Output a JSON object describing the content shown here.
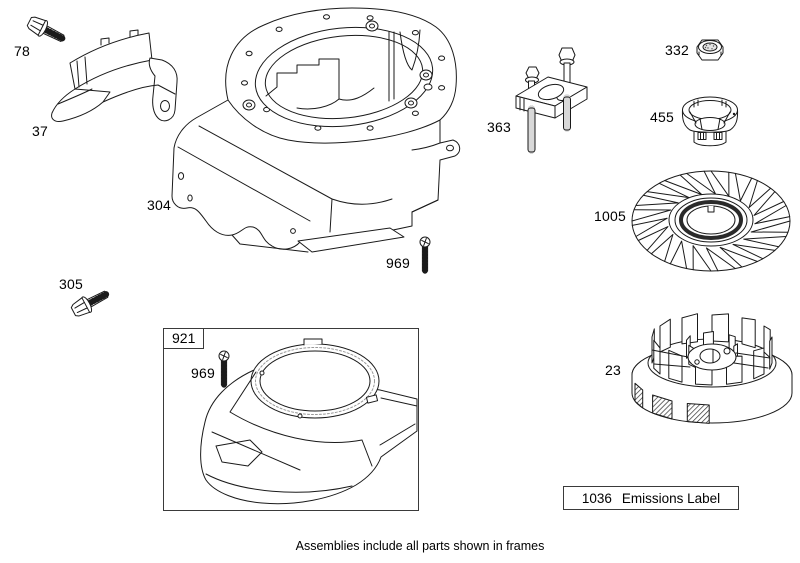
{
  "canvas": {
    "background": "#ffffff",
    "line_color": "#1a1a1a"
  },
  "caption": "Assemblies include all parts shown in frames",
  "parts": {
    "screw_78": {
      "number": "78"
    },
    "shield_37": {
      "number": "37"
    },
    "blower_housing_304": {
      "number": "304"
    },
    "screw_305": {
      "number": "305"
    },
    "screw_969_housing": {
      "number": "969"
    },
    "puller_363": {
      "number": "363"
    },
    "nut_332": {
      "number": "332"
    },
    "starter_cup_455": {
      "number": "455"
    },
    "flywheel_fan_1005": {
      "number": "1005"
    },
    "flywheel_23": {
      "number": "23"
    },
    "blower_housing_assembly_921": {
      "number": "921"
    },
    "screw_969_assembly": {
      "number": "969"
    },
    "emissions_label_1036": {
      "number": "1036",
      "label": "Emissions Label"
    }
  }
}
